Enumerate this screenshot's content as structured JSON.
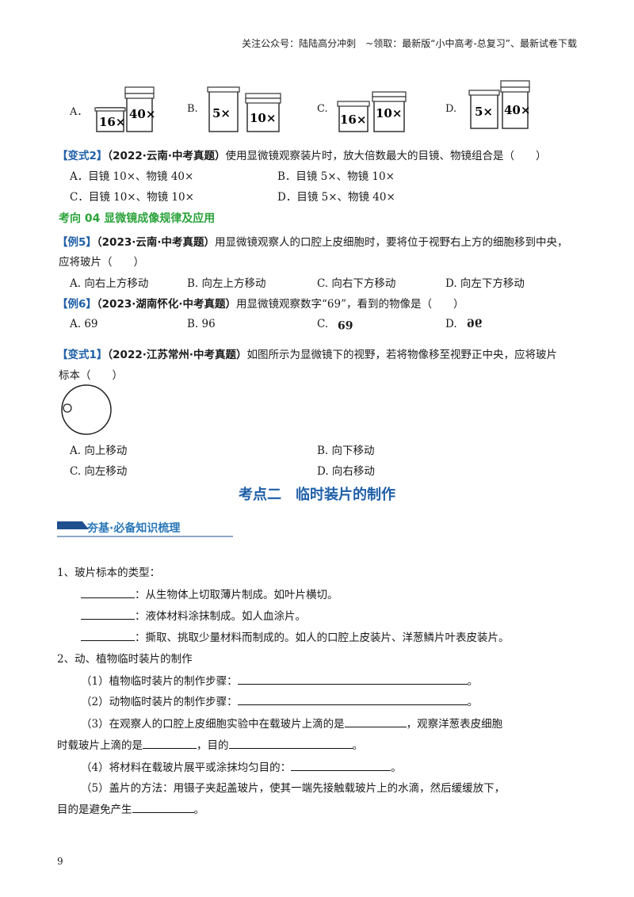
{
  "header": "关注公众号：陆陆高分冲刺　~领取：最新版“小中高考-总复习”、最新试卷下载",
  "q_lens": {
    "options": [
      {
        "letter": "A．",
        "small": "16×",
        "large": "40×"
      },
      {
        "letter": "B.",
        "small": "5×",
        "large": "10×"
      },
      {
        "letter": "C.",
        "small": "16×",
        "large": "10×"
      },
      {
        "letter": "D.",
        "small": "5×",
        "large": "40×"
      }
    ]
  },
  "v2": {
    "tag": "【变式2】",
    "source": "（2022·云南·中考真题）",
    "stem": "使用显微镜观察装片时，放大倍数最大的目镜、物镜组合是（　　）",
    "a": "A．目镜 10×、物镜 40×",
    "b": "B．目镜 5×、物镜 10×",
    "c": "C．目镜 10×、物镜 10×",
    "d": "D．目镜 5×、物镜 40×"
  },
  "section_04": "考向 04 显微镜成像规律及应用",
  "ex5": {
    "tag": "【例5】",
    "source": "（2023·云南·中考真题）",
    "stem1": "用显微镜观察人的口腔上皮细胞时，要将位于视野右上方的细胞移到中央，",
    "stem2": "应将玻片（　　）",
    "a": "A. 向右上方移动",
    "b": "B. 向左上方移动",
    "c": "C. 向右下方移动",
    "d": "D. 向左下方移动"
  },
  "ex6": {
    "tag": "【例6】",
    "source": "（2023·湖南怀化·中考真题）",
    "stem": "用显微镜观察数字“69”，看到的物像是（　　）",
    "a": "A. 69",
    "b": "B. 96",
    "c_letter": "C.",
    "c_glyph": "69",
    "d_letter": "D.",
    "d_glyph": "96"
  },
  "v1": {
    "tag": "【变式1】",
    "source": "（2022·江苏常州·中考真题）",
    "stem1": "如图所示为显微镜下的视野，若将物像移至视野正中央，应将玻片",
    "stem2": "标本（　　）",
    "a": "A. 向上移动",
    "b": "B. 向下移动",
    "c": "C. 向左移动",
    "d": "D. 向右移动"
  },
  "kaodian2": "考点二　临时装片的制作",
  "banner": "夯基·必备知识梳理",
  "k1": {
    "title": "1、玻片标本的类型：",
    "l1": "：从生物体上切取薄片制成。如叶片横切。",
    "l2": "：液体材料涂抹制成。如人血涂片。",
    "l3": "：撕取、挑取少量材料而制成的。如人的口腔上皮装片、洋葱鳞片叶表皮装片。"
  },
  "k2": {
    "title": "2、动、植物临时装片的制作",
    "s1": "（1）植物临时装片的制作步骤：",
    "s2": "（2）动物临时装片的制作步骤：",
    "s3a": "（3）在观察人的口腔上皮细胞实验中在载玻片上滴的是",
    "s3b": "，观察洋葱表皮细胞",
    "s3c": "时载玻片上滴的是",
    "s3d": "，目的",
    "s4": "（4）将材料在载玻片展平或涂抹均匀目的：",
    "s5a": "（5）盖片的方法：用镊子夹起盖玻片，使其一端先接触载玻片上的水滴，然后缓缓放下，",
    "s5b": "目的是避免产生",
    "period": "。"
  },
  "page_number": "9"
}
